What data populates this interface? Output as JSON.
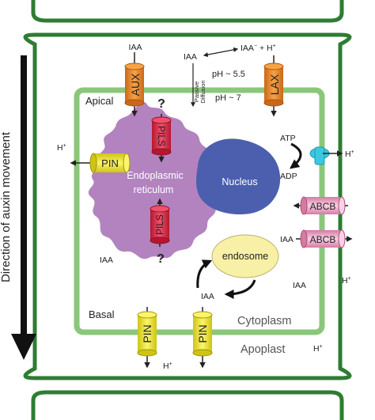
{
  "side_label": "Direction of auxin movement",
  "regions": {
    "apical": "Apical",
    "basal": "Basal",
    "cytoplasm": "Cytoplasm",
    "apoplast": "Apoplast"
  },
  "organelles": {
    "er_line1": "Endoplasmic",
    "er_line2": "reticulum",
    "nucleus": "Nucleus",
    "endosome": "endosome"
  },
  "transporters": {
    "aux": "AUX",
    "lax": "LAX",
    "pin": "PIN",
    "pils": "PILS",
    "abcb": "ABCB"
  },
  "chemistry": {
    "iaa": "IAA",
    "iaa_minus": "IAA",
    "minus_sup": "−",
    "plus_sign": " + H",
    "plus_sup": "+",
    "h": "H",
    "ph_apoplast": "pH ~ 5.5",
    "ph_cytoplasm": "pH ~ 7",
    "passive1": "Passive",
    "passive2": "Diffusion",
    "atp": "ATP",
    "adp": "ADP",
    "question": "?"
  },
  "colors": {
    "cell_wall": "#2e7d32",
    "membrane": "#8bc77a",
    "er": "#b283bf",
    "nucleus": "#4b5fae",
    "endosome": "#f7f0a6",
    "aux_lax": "#ef8c25",
    "pin": "#f2ea1d",
    "pils": "#e52c45",
    "abcb": "#f0a8c8",
    "atpase": "#3cc8e0"
  }
}
